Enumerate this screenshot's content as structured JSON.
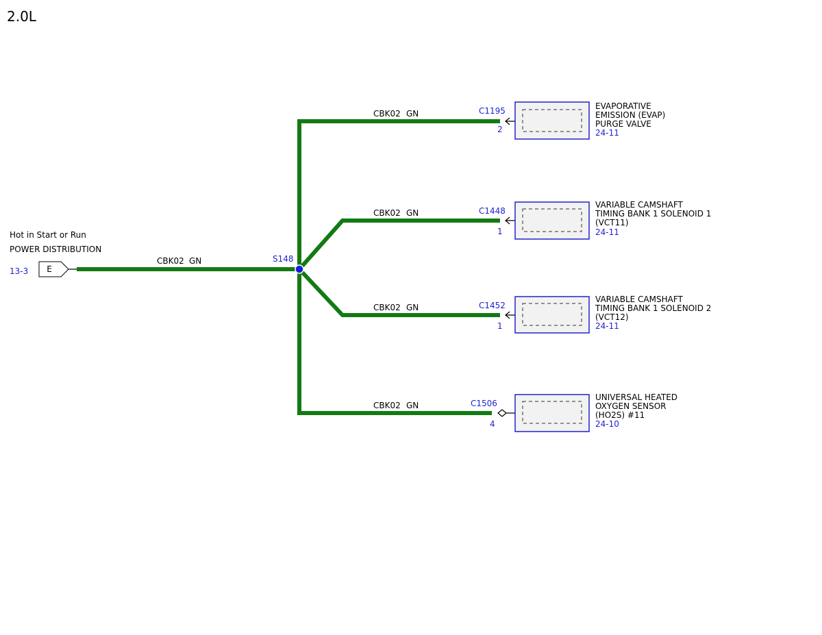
{
  "page_title": "2.0L",
  "colors": {
    "wire": "#137a13",
    "reference": "#1f1fd1",
    "splice": "#1a1ae6"
  },
  "source": {
    "line1": "Hot in Start or Run",
    "line2": "POWER DISTRIBUTION",
    "ref": "13-3",
    "connector_letter": "E",
    "wire_label": "CBK02",
    "wire_color": "GN"
  },
  "splice": {
    "id": "S148"
  },
  "branches": [
    {
      "wire_label": "CBK02",
      "wire_color": "GN",
      "connector": "C1195",
      "pin": "2",
      "component": [
        "EVAPORATIVE",
        "EMISSION (EVAP)",
        "PURGE VALVE"
      ],
      "ref": "24-11"
    },
    {
      "wire_label": "CBK02",
      "wire_color": "GN",
      "connector": "C1448",
      "pin": "1",
      "component": [
        "VARIABLE CAMSHAFT",
        "TIMING BANK 1 SOLENOID 1",
        "(VCT11)"
      ],
      "ref": "24-11"
    },
    {
      "wire_label": "CBK02",
      "wire_color": "GN",
      "connector": "C1452",
      "pin": "1",
      "component": [
        "VARIABLE CAMSHAFT",
        "TIMING BANK 1 SOLENOID 2",
        "(VCT12)"
      ],
      "ref": "24-11"
    },
    {
      "wire_label": "CBK02",
      "wire_color": "GN",
      "connector": "C1506",
      "pin": "4",
      "component": [
        "UNIVERSAL HEATED",
        "OXYGEN SENSOR",
        "(HO2S) #11"
      ],
      "ref": "24-10"
    }
  ]
}
